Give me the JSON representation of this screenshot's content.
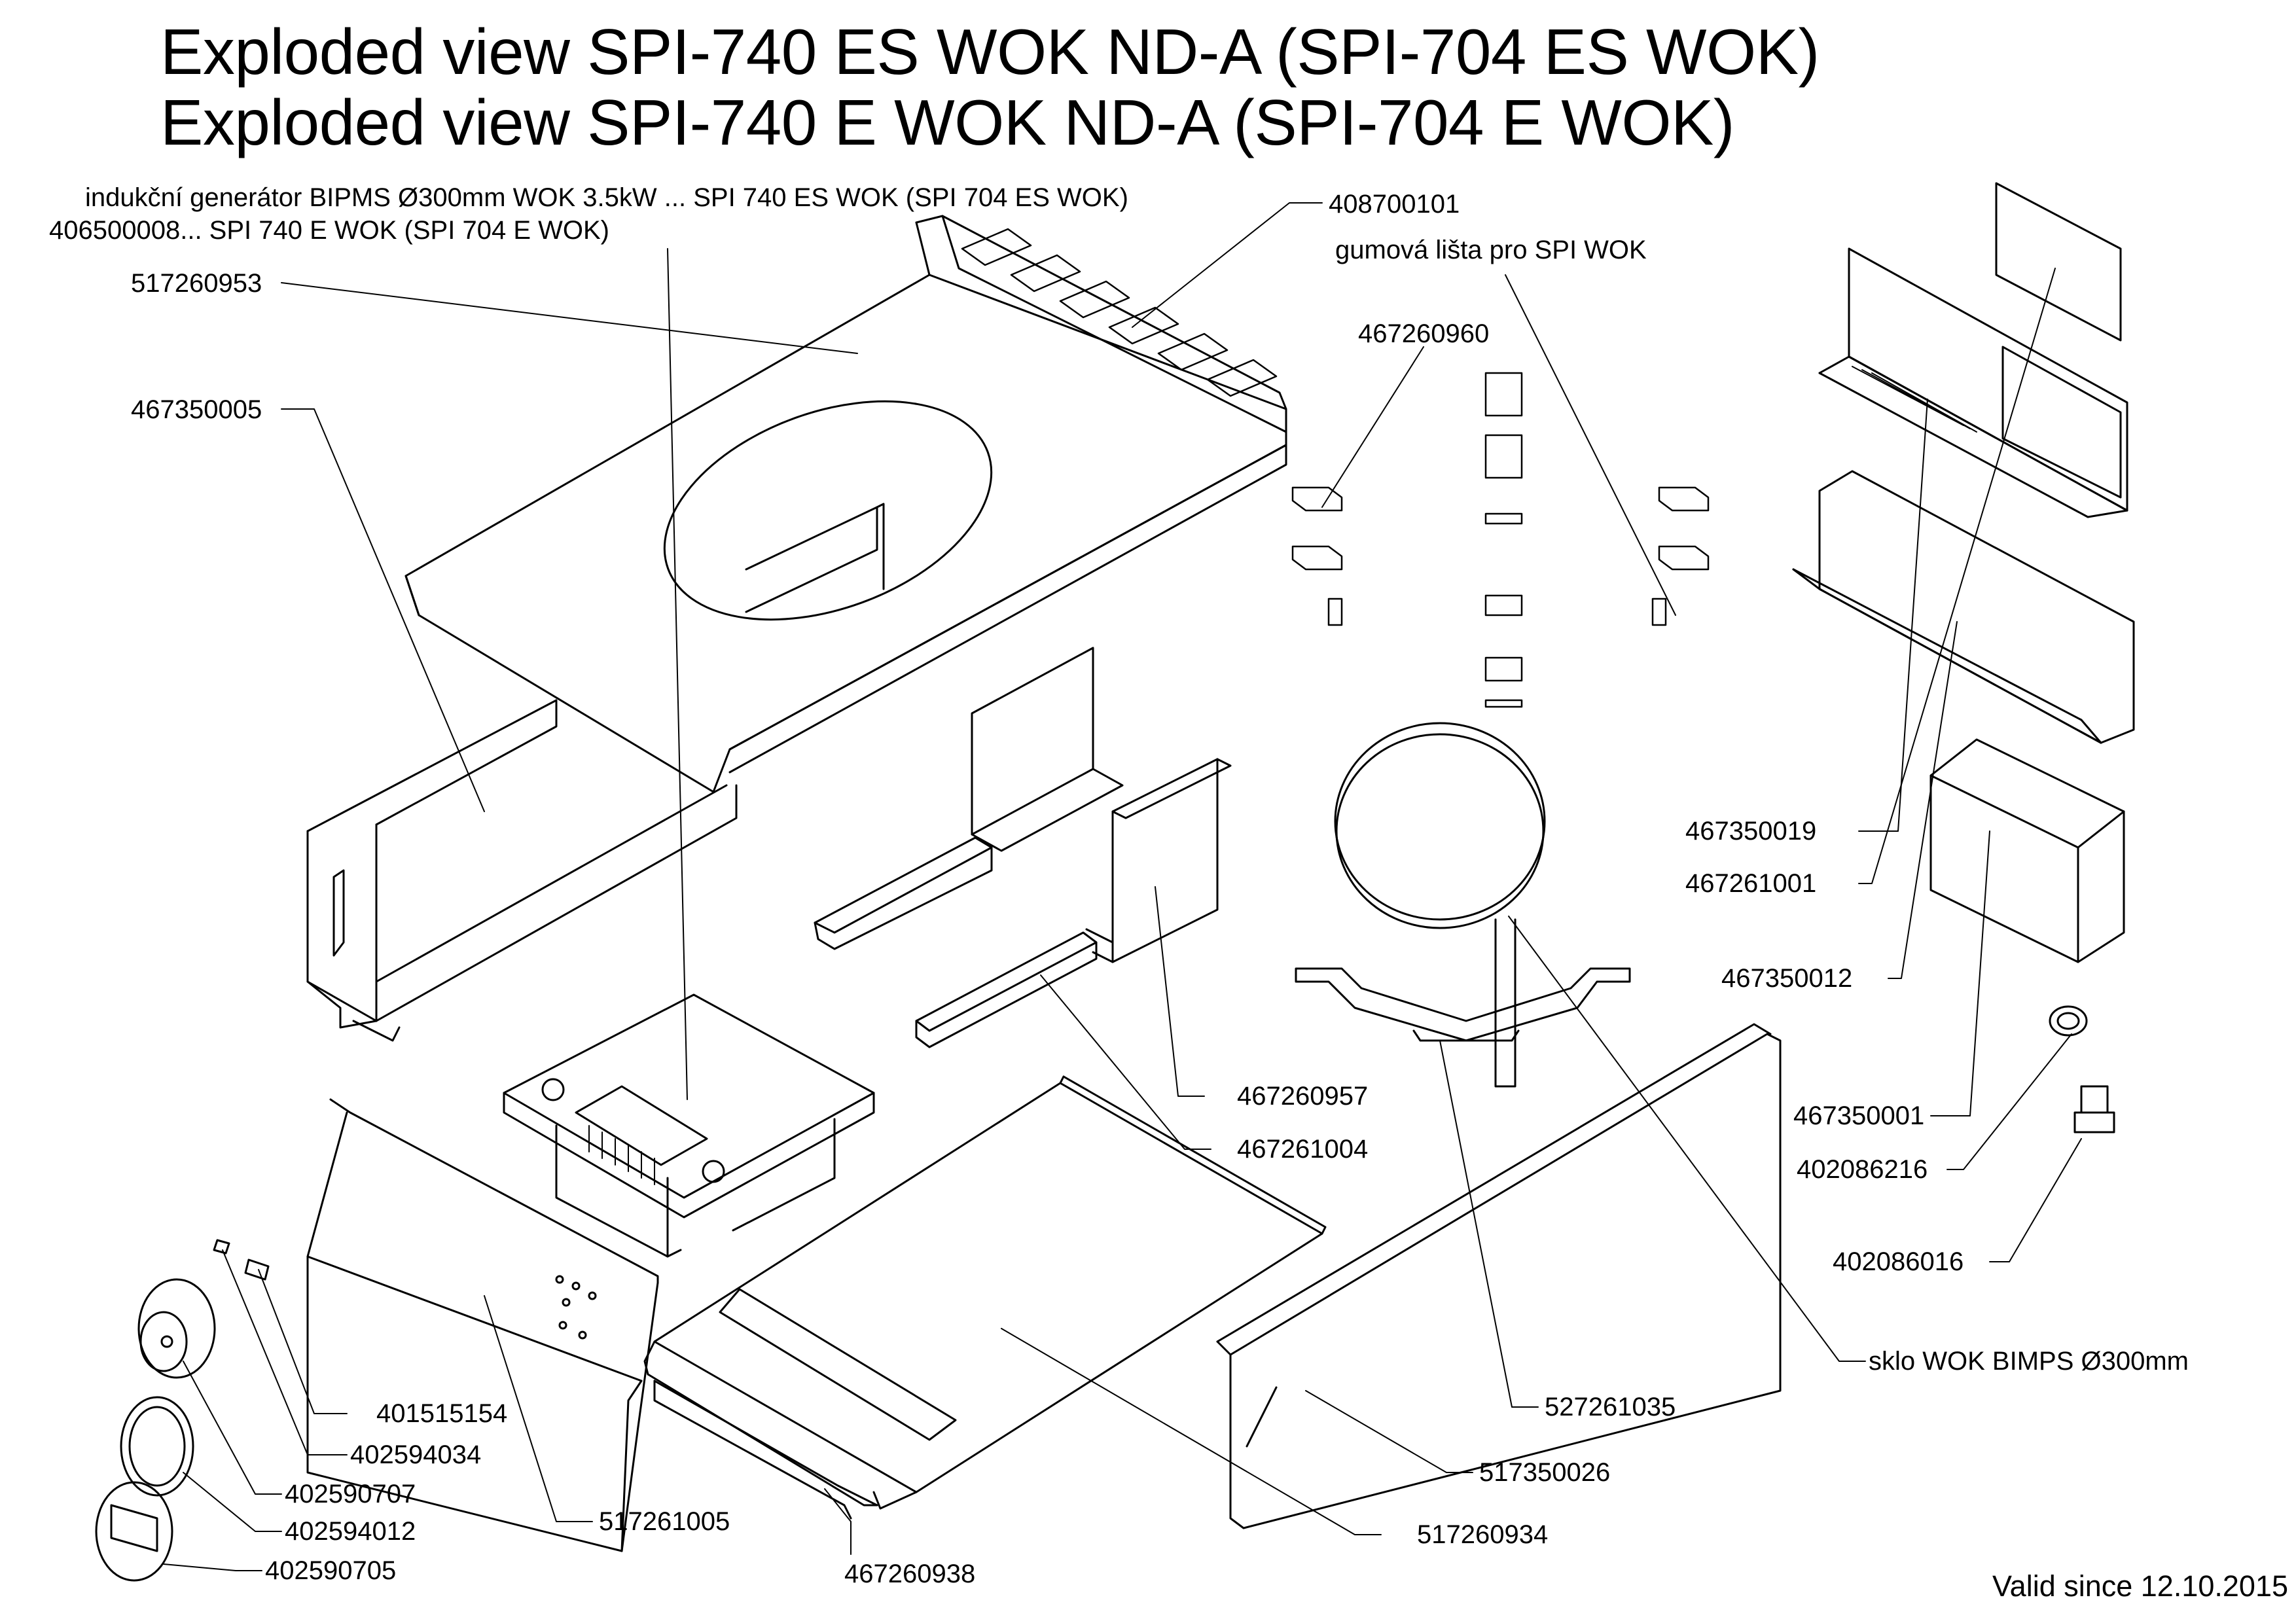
{
  "title_1": "Exploded view SPI-740 ES WOK ND-A (SPI-704 ES WOK)",
  "title_2": "Exploded view SPI-740 E WOK ND-A (SPI-704 E WOK)",
  "labels": {
    "generator_1": "indukční generátor BIPMS Ø300mm WOK 3.5kW ... SPI 740 ES WOK (SPI 704 ES WOK)",
    "generator_2": "406500008... SPI 740 E WOK (SPI 704 E WOK)",
    "p517260953": "517260953",
    "p467350005": "467350005",
    "p408700101": "408700101",
    "rubber_strip": "gumová lišta pro SPI WOK",
    "p467260960": "467260960",
    "p467350019": "467350019",
    "p467261001": "467261001",
    "p467350012": "467350012",
    "p467350001": "467350001",
    "p402086216": "402086216",
    "p402086016": "402086016",
    "glass": "sklo WOK BIMPS Ø300mm",
    "p467260957": "467260957",
    "p467261004": "467261004",
    "p527261035": "527261035",
    "p517350026": "517350026",
    "p517260934": "517260934",
    "p467260938": "467260938",
    "p517261005": "517261005",
    "p401515154": "401515154",
    "p402594034": "402594034",
    "p402590707": "402590707",
    "p402594012": "402594012",
    "p402590705": "402590705"
  },
  "valid_since": "Valid since 12.10.2015"
}
